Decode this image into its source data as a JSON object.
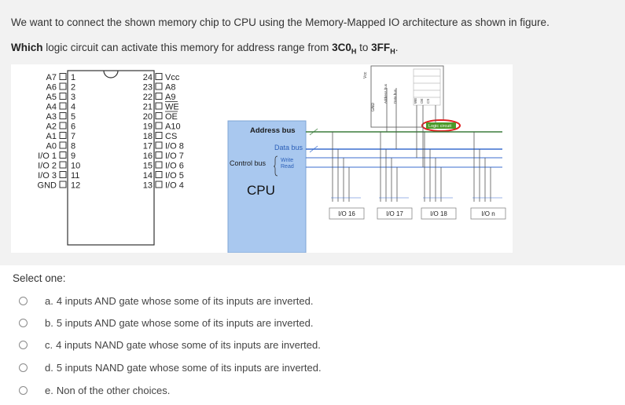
{
  "question": {
    "line1": "We want to connect the shown memory chip to CPU using the Memory-Mapped IO architecture as shown in figure.",
    "line2_bold": "Which",
    "line2_text": " logic circuit can activate this memory for address range from ",
    "addr_start": "3C0",
    "addr_start_sub": "H",
    "addr_mid": " to ",
    "addr_end": "3FF",
    "addr_end_sub": "H",
    "line2_end": "."
  },
  "chip": {
    "left_pins": [
      {
        "name": "A7",
        "num": "1"
      },
      {
        "name": "A6",
        "num": "2"
      },
      {
        "name": "A5",
        "num": "3"
      },
      {
        "name": "A4",
        "num": "4"
      },
      {
        "name": "A3",
        "num": "5"
      },
      {
        "name": "A2",
        "num": "6"
      },
      {
        "name": "A1",
        "num": "7"
      },
      {
        "name": "A0",
        "num": "8"
      },
      {
        "name": "I/O 1",
        "num": "9"
      },
      {
        "name": "I/O 2",
        "num": "10"
      },
      {
        "name": "I/O 3",
        "num": "11"
      },
      {
        "name": "GND",
        "num": "12"
      }
    ],
    "right_pins": [
      {
        "name": "Vcc",
        "num": "24"
      },
      {
        "name": "A8",
        "num": "23"
      },
      {
        "name": "A9",
        "num": "22"
      },
      {
        "name": "WE",
        "num": "21"
      },
      {
        "name": "OE",
        "num": "20"
      },
      {
        "name": "A10",
        "num": "19"
      },
      {
        "name": "CS",
        "num": "18"
      },
      {
        "name": "I/O 8",
        "num": "17"
      },
      {
        "name": "I/O 7",
        "num": "16"
      },
      {
        "name": "I/O 6",
        "num": "15"
      },
      {
        "name": "I/O 5",
        "num": "14"
      },
      {
        "name": "I/O 4",
        "num": "13"
      }
    ]
  },
  "diagram": {
    "address_bus": "Address bus",
    "data_bus": "Data bus",
    "control_bus": "Control bus",
    "write": "Write",
    "read": "Read",
    "cpu": "CPU",
    "logic_circuit": "Logic circuit",
    "vcc": "Vcc",
    "gnd": "GND",
    "chip_labels": [
      "Address bus",
      "Data bus",
      "WE",
      "OE",
      "CS"
    ],
    "io_boxes": [
      "I/O 16",
      "I/O 17",
      "I/O 18",
      "I/O n"
    ],
    "colors": {
      "cpu_fill": "#a9c8ef",
      "address_bus": "#3b7d3b",
      "data_bus": "#3b6ecf",
      "logic_circle": "#e02020",
      "logic_fill": "#4c9a2a"
    }
  },
  "select_label": "Select one:",
  "options": [
    {
      "letter": "a.",
      "text": "4 inputs AND gate whose some of its inputs are inverted."
    },
    {
      "letter": "b.",
      "text": "5 inputs AND gate whose some of its inputs are inverted."
    },
    {
      "letter": "c.",
      "text": "4 inputs NAND gate whose some of its inputs are inverted."
    },
    {
      "letter": "d.",
      "text": "5 inputs NAND gate whose some of its inputs are inverted."
    },
    {
      "letter": "e.",
      "text": "Non of the other choices."
    }
  ]
}
